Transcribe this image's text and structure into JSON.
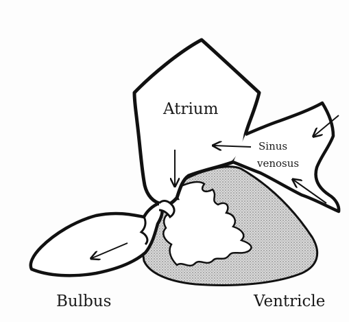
{
  "labels": {
    "atrium": "Atrium",
    "sinus_venosus_line1": "Sinus",
    "sinus_venosus_line2": "venosus",
    "bulbus": "Bulbus",
    "ventricle": "Ventricle"
  },
  "colors": {
    "outline": "#111111",
    "ventricle_stipple": "#b9b9b9",
    "background": "#fdfdfd"
  }
}
